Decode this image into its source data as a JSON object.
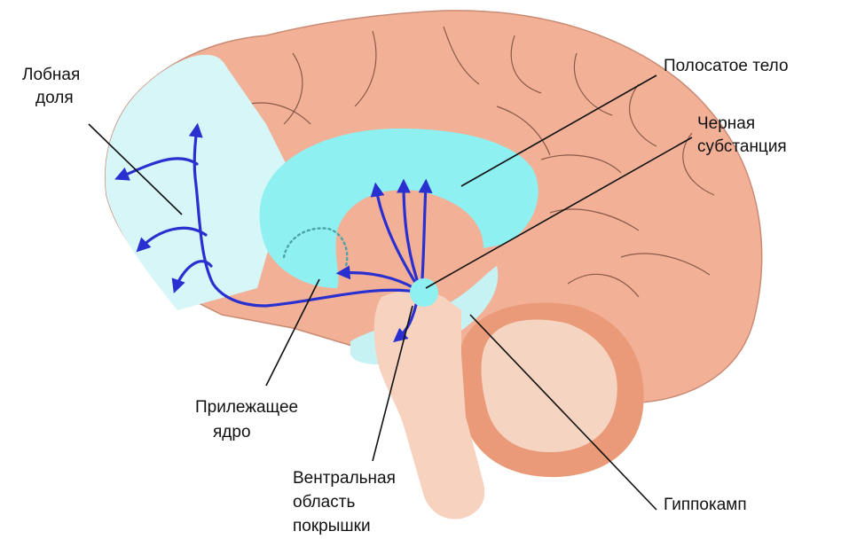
{
  "labels": {
    "frontal_lobe": [
      "Лобная",
      "доля"
    ],
    "striatum": [
      "Полосатое тело"
    ],
    "substantia_nigra": [
      "Черная",
      "субстанция"
    ],
    "nucleus_accumbens": [
      "Прилежащее",
      "ядро"
    ],
    "vta": [
      "Вентральная",
      "область",
      "покрышки"
    ],
    "hippocampus": [
      "Гиппокамп"
    ]
  },
  "colors": {
    "cortex": "#f2b197",
    "frontal_region": "#d6f6f8",
    "striatum": "#8ff0f2",
    "brainstem": "#f6d2bf",
    "cerebellum_outer": "#ea9a78",
    "cerebellum_inner": "#f6d4c2",
    "hippocampus": "#c6f2f4",
    "pathway": "#2a2fd0"
  }
}
